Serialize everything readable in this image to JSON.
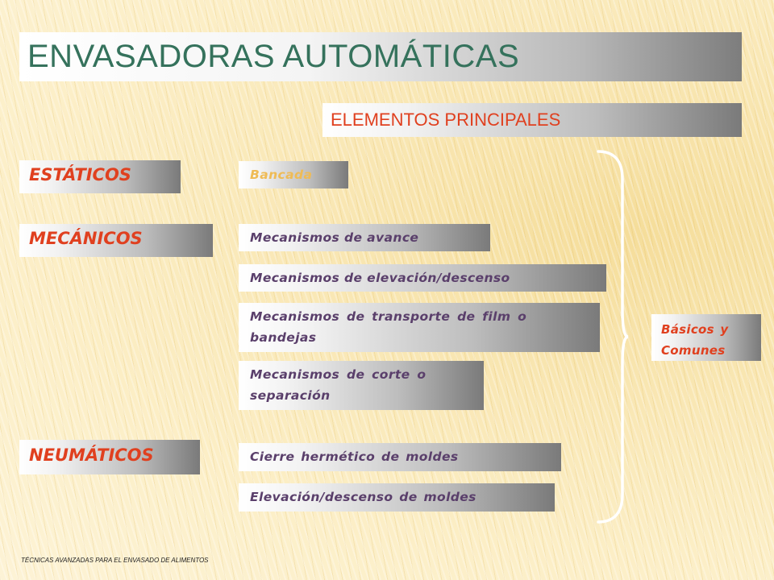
{
  "slide": {
    "title": "ENVASADORAS AUTOMÁTICAS",
    "subtitle": "ELEMENTOS PRINCIPALES",
    "footer": "TÉCNICAS AVANZADAS PARA EL ENVASADO DE ALIMENTOS"
  },
  "categories": {
    "estaticos": "ESTÁTICOS",
    "mecanicos": "MECÁNICOS",
    "neumaticos": "NEUMÁTICOS"
  },
  "items": {
    "bancada": "Bancada",
    "avance": "Mecanismos de avance",
    "elevacion": "Mecanismos de elevación/descenso",
    "transporte": "Mecanismos de transporte de film o bandejas",
    "corte": "Mecanismos de corte o separación",
    "cierre": "Cierre hermético de moldes",
    "elevacion_moldes": "Elevación/descenso de moldes"
  },
  "note": {
    "label": "Básicos y Comunes"
  },
  "colors": {
    "title_text": "#35725c",
    "accent_text": "#e0401f",
    "item_text": "#5a3f6b",
    "bancada_text": "#efbb55",
    "brace": "#ffffff"
  }
}
